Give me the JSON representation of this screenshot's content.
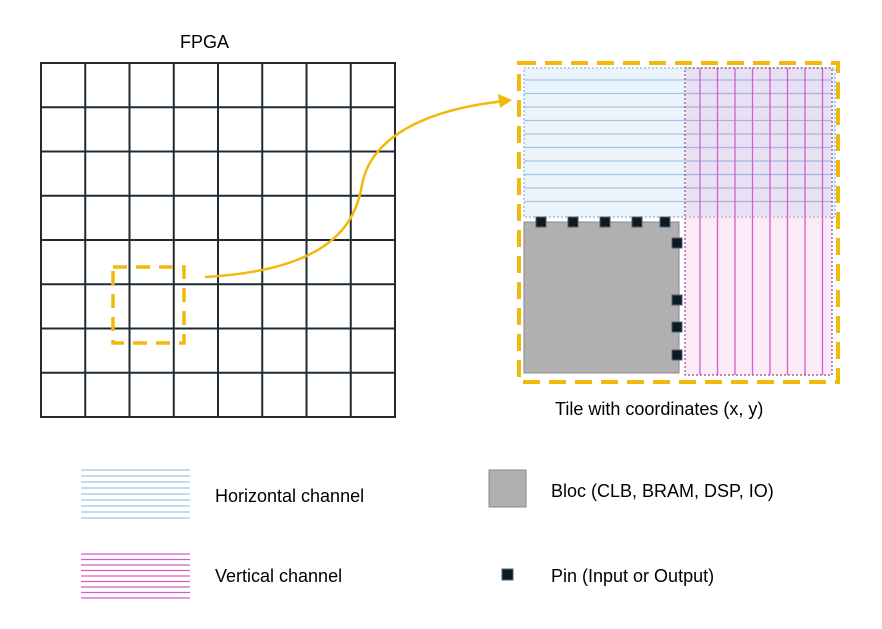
{
  "fpga": {
    "title": "FPGA",
    "rows": 8,
    "cols": 8
  },
  "tile": {
    "caption": "Tile with coordinates (x, y)"
  },
  "legend": {
    "horizontal_channel": "Horizontal channel",
    "vertical_channel": "Vertical channel",
    "bloc": "Bloc (CLB, BRAM, DSP, IO)",
    "pin": "Pin (Input or Output)"
  },
  "colors": {
    "highlight": "#f2b90d",
    "horizontal_line": "#9ec6e6",
    "horizontal_fill": "#ecf4fb",
    "vertical_line": "#d45fc8",
    "vertical_fill": "#fbeaf8",
    "bloc_fill": "#b0b0b0",
    "pin": "#0c1a24"
  },
  "icons": {
    "arrow": "curved-arrow-icon",
    "pin": "pin-square-icon"
  }
}
